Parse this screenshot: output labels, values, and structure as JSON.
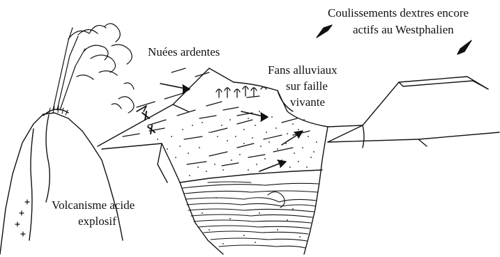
{
  "labels": {
    "coulissements_line1": "Coulissements dextres encore",
    "coulissements_line2": "actifs au Westphalien",
    "nuees": "Nuées ardentes",
    "fans_line1": "Fans alluviaux",
    "fans_line2": "sur faille",
    "fans_line3": "vivante",
    "volcanisme_line1": "Volcanisme acide",
    "volcanisme_line2": "explosif"
  }
}
